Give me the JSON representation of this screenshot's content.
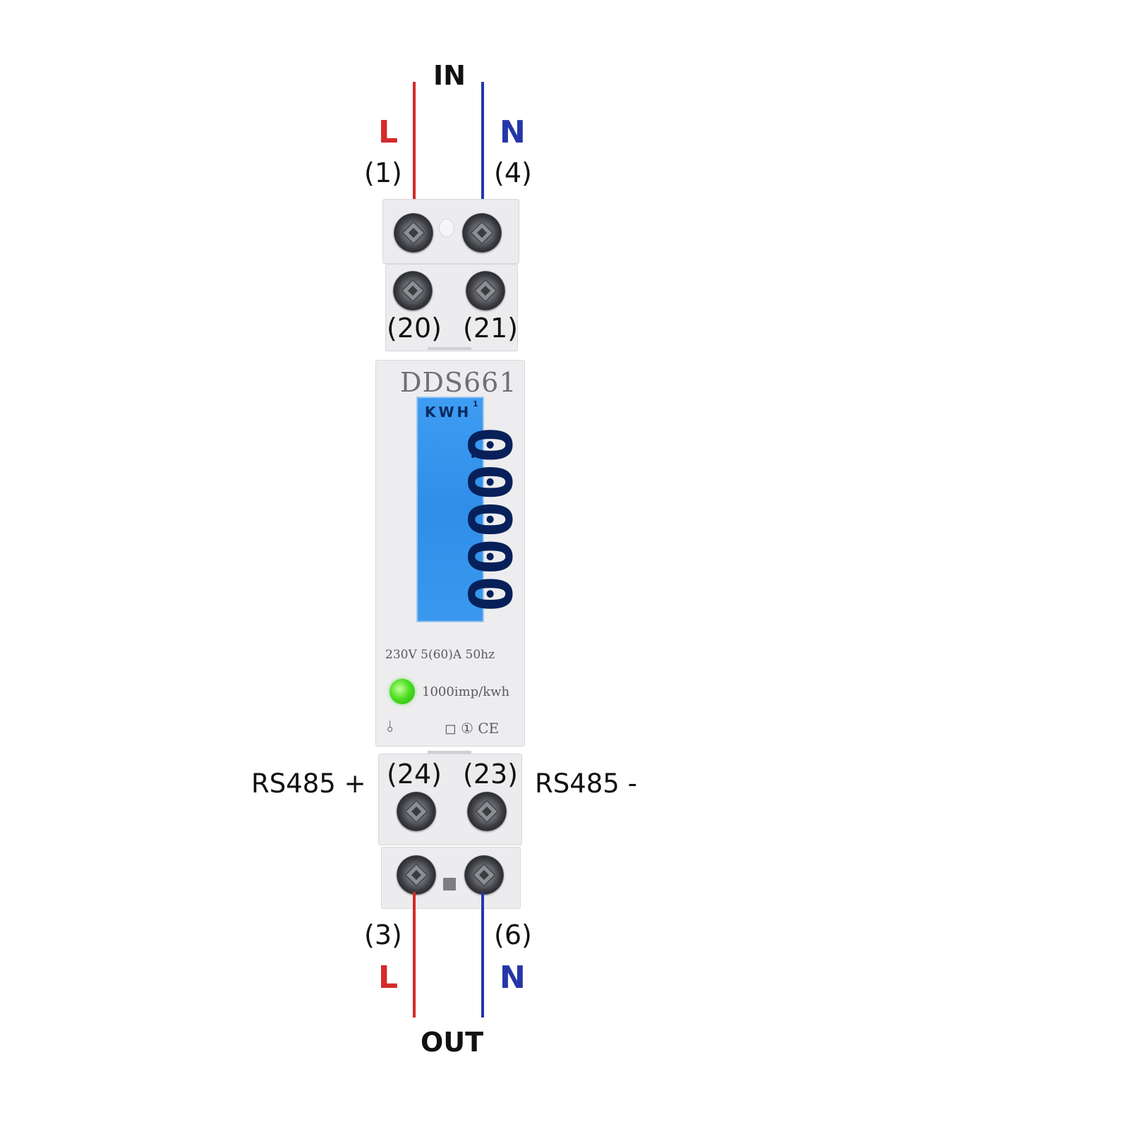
{
  "top": {
    "title": "IN",
    "left_phase": "L",
    "right_phase": "N",
    "left_terminal": "(1)",
    "right_terminal": "(4)"
  },
  "aux_terminals": {
    "left": "(20)",
    "right": "(21)"
  },
  "meter": {
    "model": "DDS661",
    "lcd_unit": "KWH",
    "lcd_superscript": "1",
    "lcd_reading": "00000",
    "rating": "230V 5(60)A 50hz",
    "constant": "1000imp/kwh",
    "cert_marks": "◻ ① CE"
  },
  "rs485": {
    "plus_label": "RS485 +",
    "minus_label": "RS485 -",
    "plus_terminal": "(24)",
    "minus_terminal": "(23)"
  },
  "bottom": {
    "title": "OUT",
    "left_phase": "L",
    "right_phase": "N",
    "left_terminal": "(3)",
    "right_terminal": "(6)"
  },
  "colors": {
    "live": "#d42a2a",
    "neutral": "#2536a8",
    "lcd": "#3a98ef",
    "led": "#4ee025"
  }
}
